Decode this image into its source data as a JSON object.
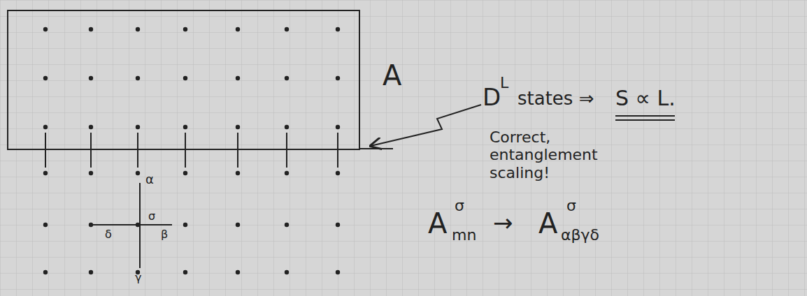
{
  "diagram": {
    "nodes": [
      {
        "text": [
          "A"
        ]
      }
    ],
    "labels": [
      "D",
      "L",
      "states ⇒",
      "S ∝ L.",
      "Correct, entanglement scaling!",
      "A",
      "σ",
      "mn",
      "→",
      "A",
      "σ",
      "αβγδ",
      "α",
      "σ",
      "β",
      "δ",
      "γ"
    ]
  }
}
